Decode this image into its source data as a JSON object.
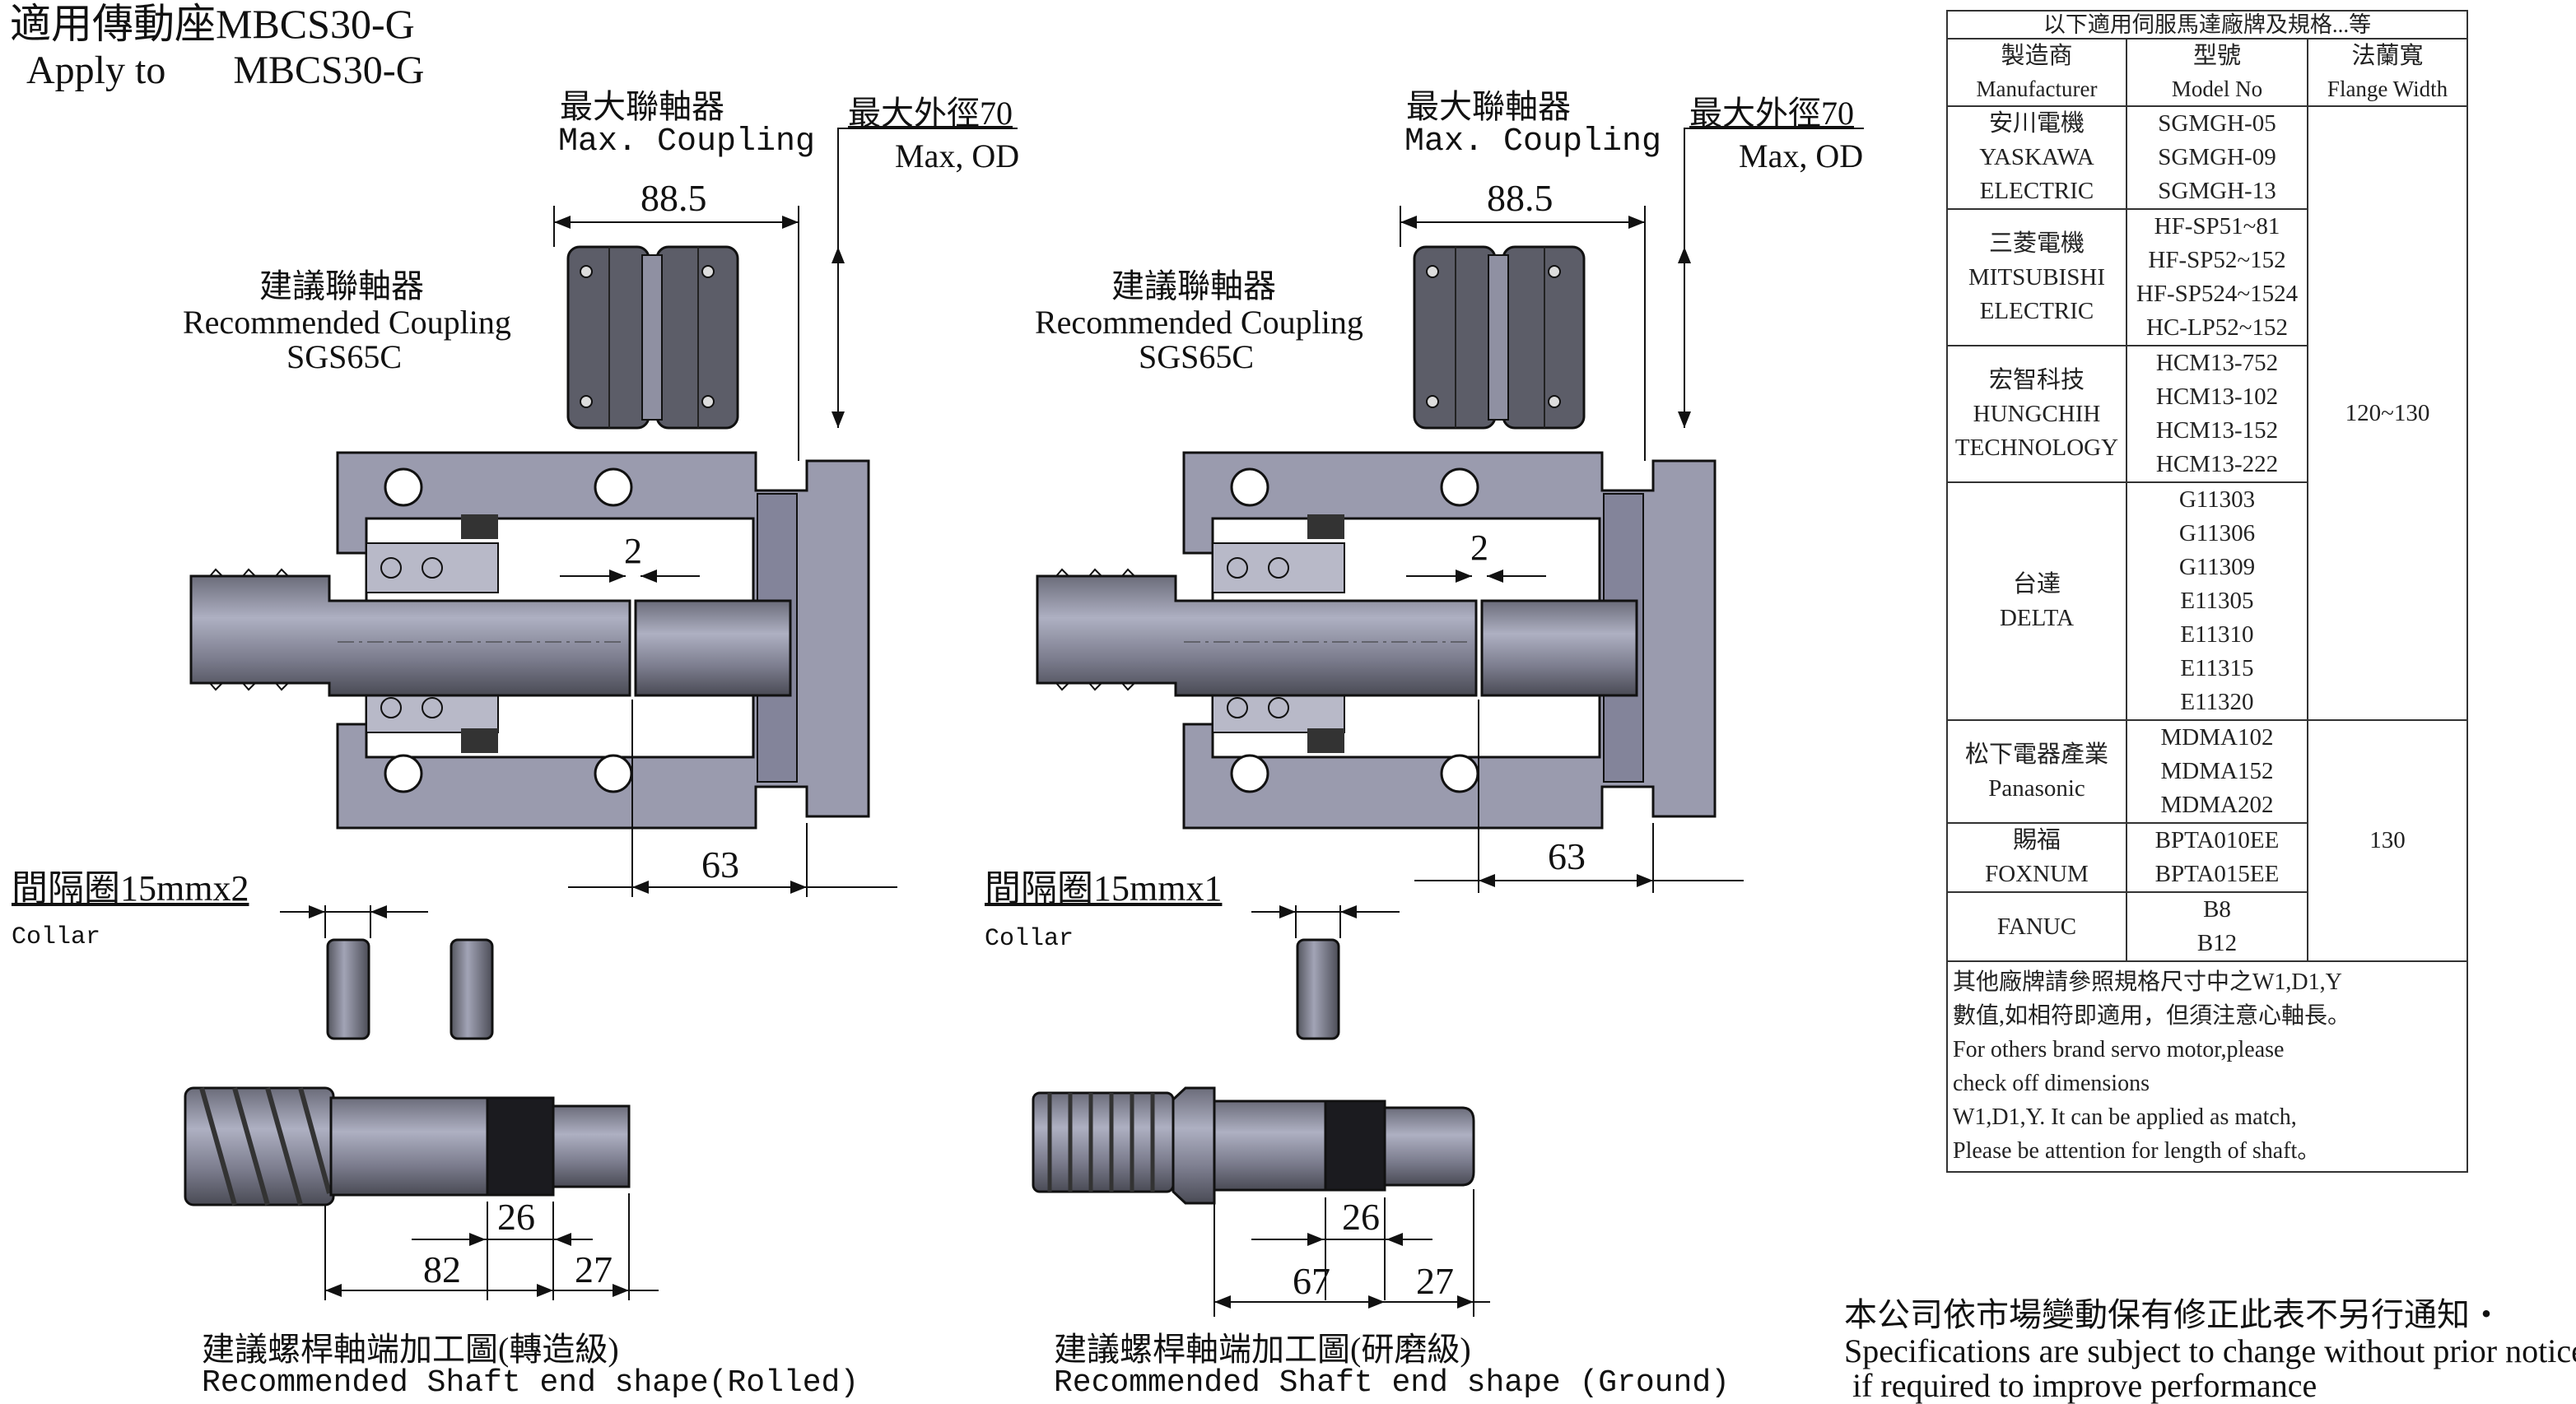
{
  "title": {
    "line1": "適用傳動座MBCS30-G",
    "line2_prefix": "Apply to",
    "line2_model": "MBCS30-G"
  },
  "left_panel": {
    "coupling_label": {
      "zh": "最大聯軸器",
      "en": "Max. Coupling"
    },
    "od_label": {
      "zh": "最大外徑70",
      "en": "Max, OD"
    },
    "recommended": {
      "zh": "建議聯軸器",
      "en": "Recommended Coupling",
      "model": "SGS65C"
    },
    "dims": {
      "width": "88.5",
      "gap": "2",
      "depth": "63",
      "collar_dims": [
        "26",
        "82",
        "27"
      ]
    },
    "collar": {
      "zh": "間隔圈15mmx2",
      "en": "Collar"
    },
    "shaft": {
      "zh": "建議螺桿軸端加工圖(轉造級)",
      "en": "Recommended Shaft end shape(Rolled)"
    }
  },
  "right_panel": {
    "coupling_label": {
      "zh": "最大聯軸器",
      "en": "Max. Coupling"
    },
    "od_label": {
      "zh": "最大外徑70",
      "en": "Max, OD"
    },
    "recommended": {
      "zh": "建議聯軸器",
      "en": "Recommended Coupling",
      "model": "SGS65C"
    },
    "dims": {
      "width": "88.5",
      "gap": "2",
      "depth": "63",
      "collar_dims": [
        "26",
        "67",
        "27"
      ]
    },
    "collar": {
      "zh": "間隔圈15mmx1",
      "en": "Collar"
    },
    "shaft": {
      "zh": "建議螺桿軸端加工圖(研磨級)",
      "en": "Recommended Shaft end shape (Ground)"
    }
  },
  "table": {
    "caption": "以下適用伺服馬達廠牌及規格...等",
    "headers": [
      {
        "zh": "製造商",
        "en": "Manufacturer"
      },
      {
        "zh": "型號",
        "en": "Model No"
      },
      {
        "zh": "法蘭寬",
        "en": "Flange Width"
      }
    ],
    "rows": [
      {
        "maker": [
          "安川電機",
          "YASKAWA",
          "ELECTRIC"
        ],
        "models": [
          "SGMGH-05",
          "SGMGH-09",
          "SGMGH-13"
        ]
      },
      {
        "maker": [
          "三菱電機",
          "MITSUBISHI",
          "ELECTRIC"
        ],
        "models": [
          "HF-SP51~81",
          "HF-SP52~152",
          "HF-SP524~1524",
          "HC-LP52~152"
        ]
      },
      {
        "maker": [
          "宏智科技",
          "HUNGCHIH",
          "TECHNOLOGY"
        ],
        "models": [
          "HCM13-752",
          "HCM13-102",
          "HCM13-152",
          "HCM13-222"
        ]
      },
      {
        "maker": [
          "台達",
          "DELTA"
        ],
        "models": [
          "G11303",
          "G11306",
          "G11309",
          "E11305",
          "E11310",
          "E11315",
          "E11320"
        ]
      },
      {
        "maker": [
          "松下電器產業",
          "Panasonic"
        ],
        "models": [
          "MDMA102",
          "MDMA152",
          "MDMA202"
        ]
      },
      {
        "maker": [
          "賜福",
          "FOXNUM"
        ],
        "models": [
          "BPTA010EE",
          "BPTA015EE"
        ]
      },
      {
        "maker": [
          "FANUC"
        ],
        "models": [
          "B8",
          "B12"
        ]
      }
    ],
    "flange_groups": [
      "120~130",
      "130"
    ],
    "note": [
      "其他廠牌請參照規格尺寸中之W1,D1,Y",
      "數值,如相符即適用，但須注意心軸長。",
      "For others brand servo motor,please",
      "check off dimensions",
      "W1,D1,Y. It can be applied as match,",
      "Please be attention for length of shaft。"
    ]
  },
  "footer": [
    "本公司依市場變動保有修正此表不另行通知‧",
    "Specifications are subject to change without prior notice",
    " if required to improve performance"
  ],
  "colors": {
    "part_fill": "#8d8ea3",
    "part_dark": "#3d3e45",
    "housing": "#9899ad",
    "line": "#111111"
  }
}
